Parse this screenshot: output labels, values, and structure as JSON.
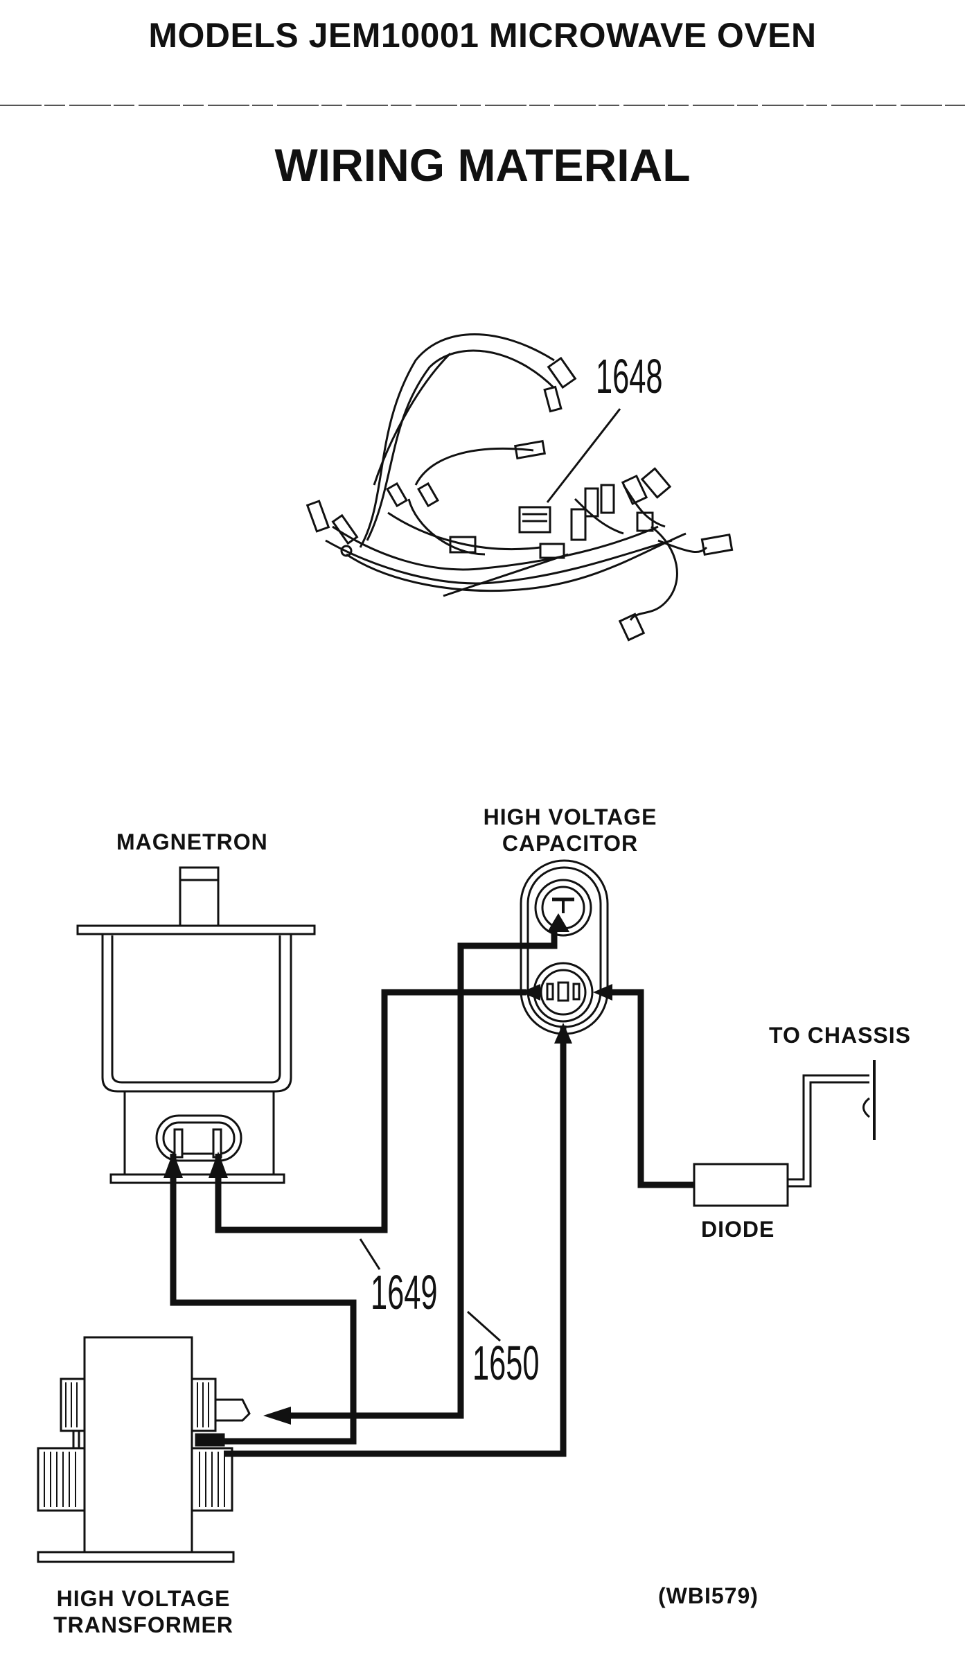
{
  "header": {
    "models_title": "MODELS JEM10001 MICROWAVE OVEN"
  },
  "section": {
    "title": "WIRING MATERIAL"
  },
  "harness": {
    "part_number": "1648"
  },
  "components": {
    "magnetron": "MAGNETRON",
    "capacitor_line1": "HIGH VOLTAGE",
    "capacitor_line2": "CAPACITOR",
    "chassis": "TO CHASSIS",
    "diode": "DIODE",
    "transformer_line1": "HIGH VOLTAGE",
    "transformer_line2": "TRANSFORMER"
  },
  "wires": {
    "part_a": "1649",
    "part_b": "1650"
  },
  "figure": {
    "code": "(WBI579)"
  },
  "colors": {
    "ink": "#111111",
    "paper": "#ffffff"
  }
}
